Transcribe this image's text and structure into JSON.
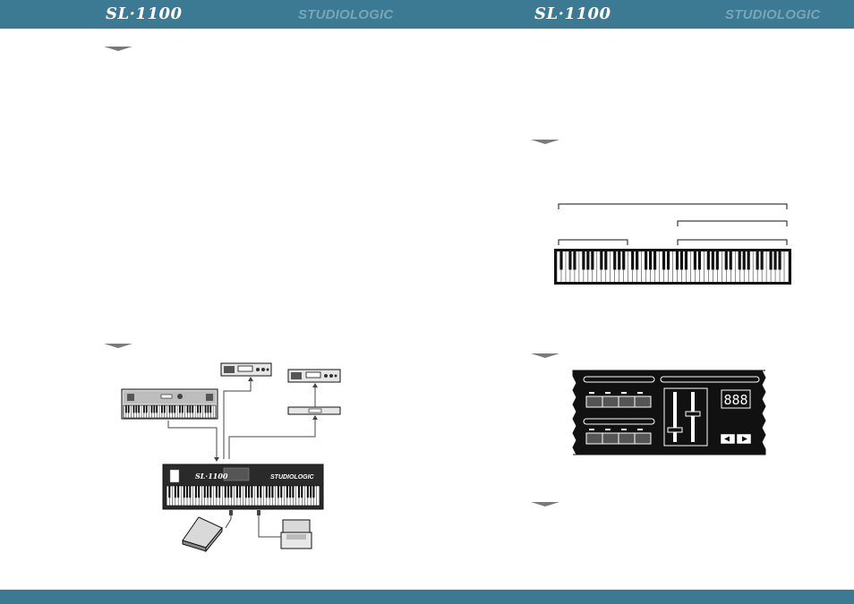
{
  "header": {
    "left": {
      "model_logo": "SL·1100",
      "brand_logo": "STUDIOLOGIC"
    },
    "right": {
      "model_logo": "SL·1100",
      "brand_logo": "STUDIOLOGIC"
    }
  },
  "colors": {
    "header_bar": "#3c7a93",
    "brand_text": "#76a6b8",
    "marker": "#7a7a7a"
  },
  "figures": {
    "setup_diagram": {
      "description_icons": [
        "synth-keyboard-icon",
        "sound-module-icon",
        "midi-thru-box-icon",
        "master-keyboard-icon",
        "expression-pedal-icon",
        "sustain-pedal-icon"
      ]
    },
    "keyboard_zones": {
      "icon": "88-key-keyboard-icon"
    },
    "control_panel": {
      "display_value": "888",
      "icons": [
        "arrow-left-icon",
        "arrow-right-icon"
      ]
    }
  }
}
